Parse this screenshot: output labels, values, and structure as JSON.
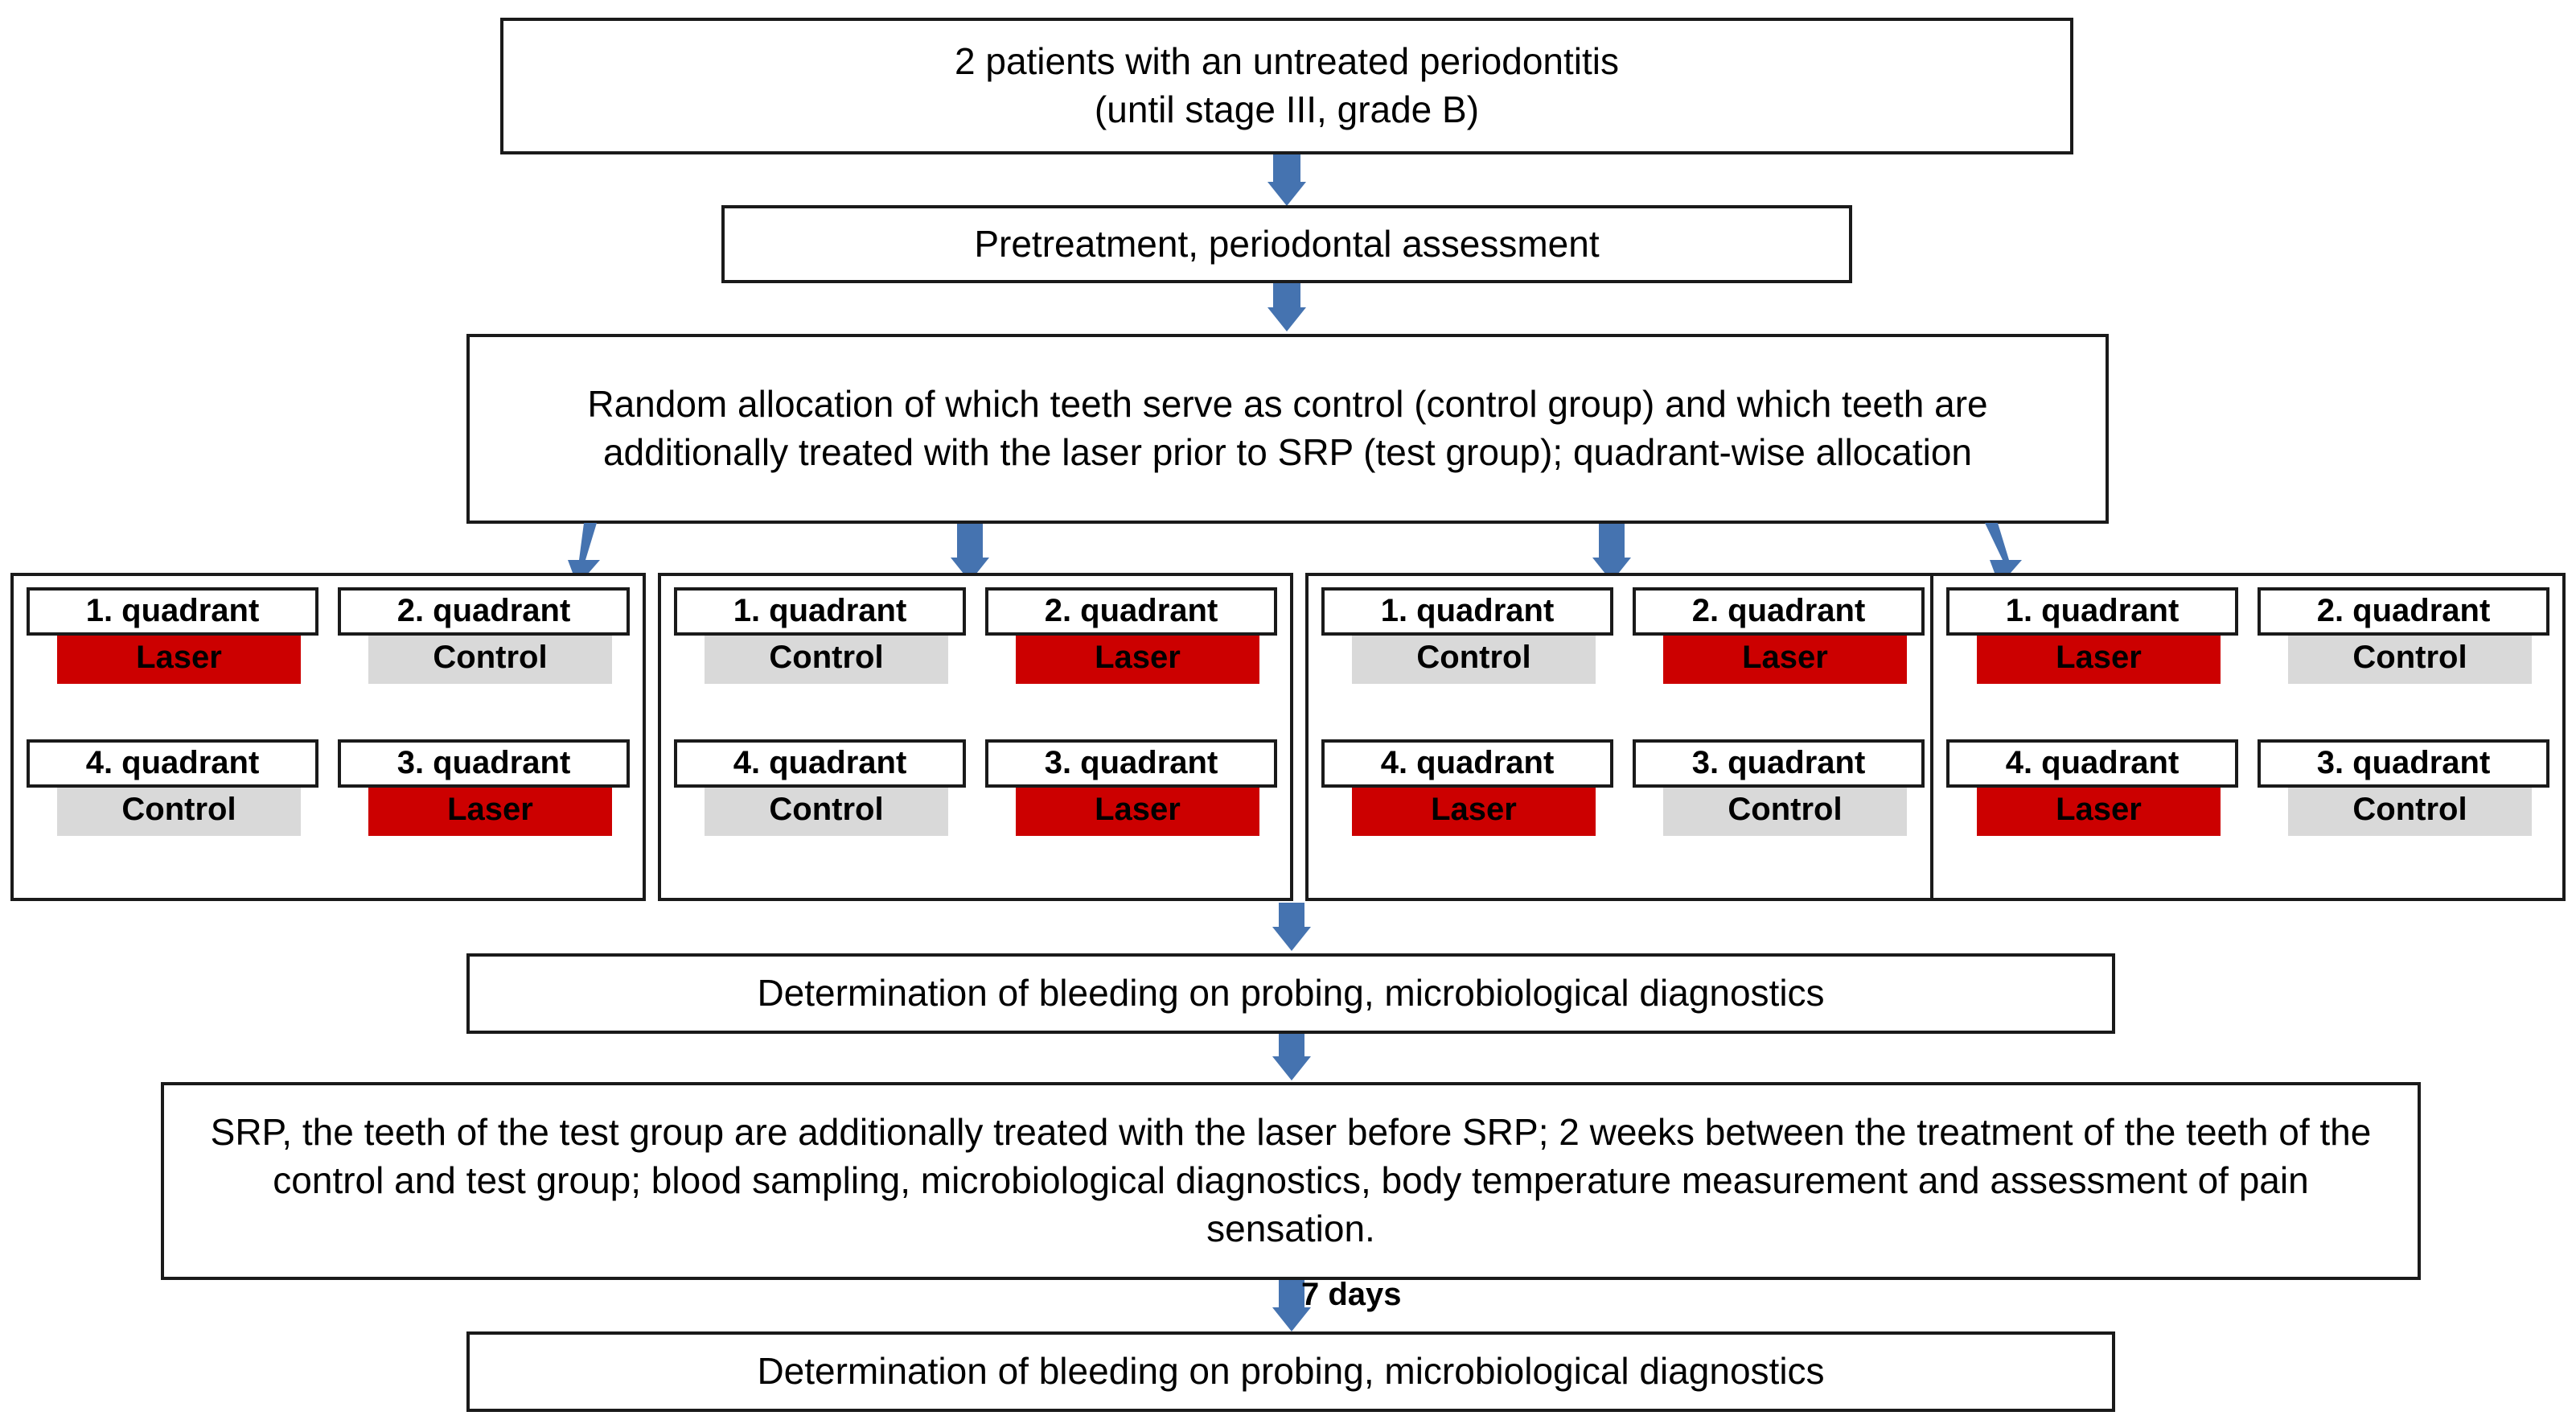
{
  "diagram": {
    "title": "Randomized split-mouth periodontitis laser study flowchart",
    "colors": {
      "laser": "#CC0000",
      "control": "#D9D9D9",
      "arrow": "#4573B0",
      "border": "#1A1A1A",
      "background": "#FFFFFF"
    },
    "steps": {
      "patients": "2 patients with an untreated periodontitis\n(until stage III, grade B)",
      "pretreatment": "Pretreatment, periodontal assessment",
      "random_allocation": "Random allocation of which teeth serve as control (control group) and which teeth are additionally treated with the laser prior to SRP (test group); quadrant-wise allocation",
      "determination_1": "Determination of bleeding on probing, microbiological diagnostics",
      "srp": "SRP, the teeth of the test group are additionally treated with the laser before SRP; 2 weeks between the treatment of the teeth of the control and test group; blood sampling, microbiological diagnostics, body temperature measurement and assessment of pain sensation.",
      "determination_2": "Determination of bleeding on probing, microbiological diagnostics"
    },
    "arrow_labels": {
      "seven_days": "7 days"
    },
    "quadrant_groups": [
      {
        "id": "group-1",
        "cells": [
          {
            "quadrant": "1. quadrant",
            "treatment": "Laser",
            "type": "laser"
          },
          {
            "quadrant": "2. quadrant",
            "treatment": "Control",
            "type": "control"
          },
          {
            "quadrant": "4. quadrant",
            "treatment": "Control",
            "type": "control"
          },
          {
            "quadrant": "3. quadrant",
            "treatment": "Laser",
            "type": "laser"
          }
        ]
      },
      {
        "id": "group-2",
        "cells": [
          {
            "quadrant": "1. quadrant",
            "treatment": "Control",
            "type": "control"
          },
          {
            "quadrant": "2. quadrant",
            "treatment": "Laser",
            "type": "laser"
          },
          {
            "quadrant": "4. quadrant",
            "treatment": "Control",
            "type": "control"
          },
          {
            "quadrant": "3. quadrant",
            "treatment": "Laser",
            "type": "laser"
          }
        ]
      },
      {
        "id": "group-3",
        "cells": [
          {
            "quadrant": "1. quadrant",
            "treatment": "Control",
            "type": "control"
          },
          {
            "quadrant": "2. quadrant",
            "treatment": "Laser",
            "type": "laser"
          },
          {
            "quadrant": "4. quadrant",
            "treatment": "Laser",
            "type": "laser"
          },
          {
            "quadrant": "3. quadrant",
            "treatment": "Control",
            "type": "control"
          }
        ]
      },
      {
        "id": "group-4",
        "cells": [
          {
            "quadrant": "1. quadrant",
            "treatment": "Laser",
            "type": "laser"
          },
          {
            "quadrant": "2. quadrant",
            "treatment": "Control",
            "type": "control"
          },
          {
            "quadrant": "4. quadrant",
            "treatment": "Laser",
            "type": "laser"
          },
          {
            "quadrant": "3. quadrant",
            "treatment": "Control",
            "type": "control"
          }
        ]
      }
    ]
  }
}
